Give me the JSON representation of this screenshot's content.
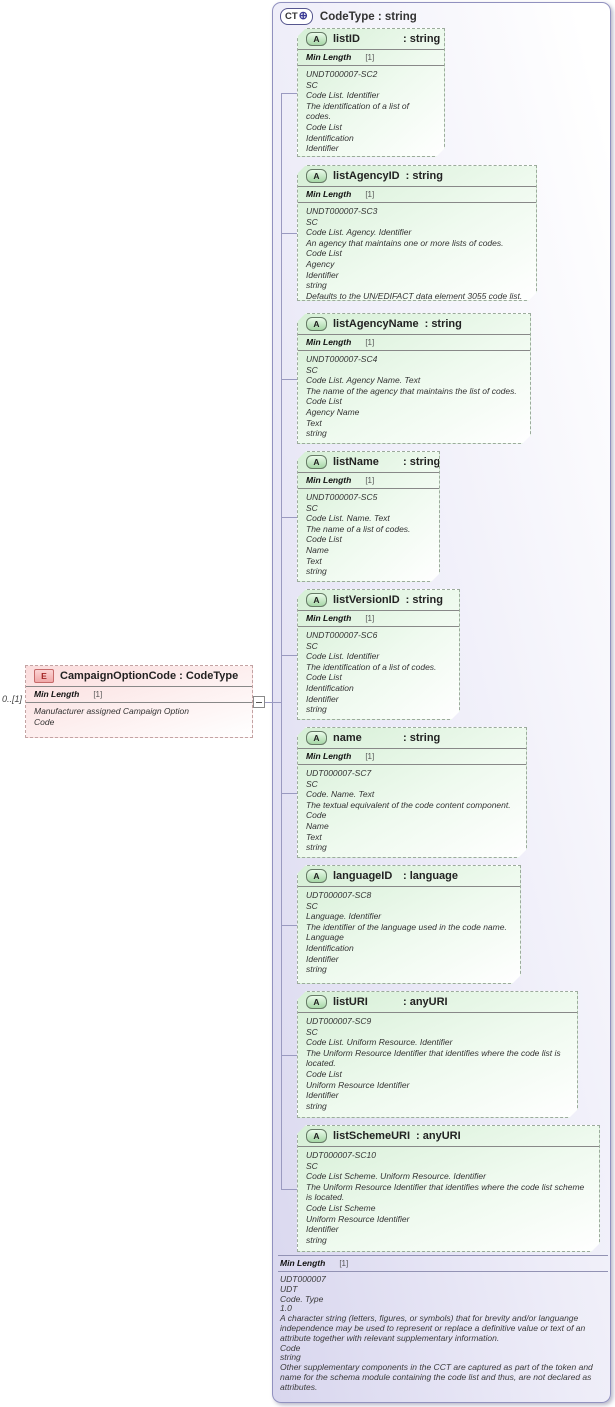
{
  "complex_type": {
    "badge": "CT",
    "plus_icon": "⊕",
    "title": "CodeType : string",
    "attribute_badge": "A",
    "attributes": [
      {
        "name": "listID",
        "type_label": ": string",
        "facet": {
          "name": "Min Length",
          "value": "[1]"
        },
        "annotation": [
          "UNDT000007-SC2",
          "SC",
          "Code List. Identifier",
          "The identification of a list of codes.",
          "Code List",
          "Identification",
          "Identifier",
          "string"
        ]
      },
      {
        "name": "listAgencyID",
        "type_label": ": string",
        "facet": {
          "name": "Min Length",
          "value": "[1]"
        },
        "annotation": [
          "UNDT000007-SC3",
          "SC",
          "Code List. Agency. Identifier",
          "An agency that maintains one or more lists of codes.",
          "Code List",
          "Agency",
          "Identifier",
          "string",
          "Defaults to the UN/EDIFACT data element 3055 code list."
        ]
      },
      {
        "name": "listAgencyName",
        "type_label": ": string",
        "facet": {
          "name": "Min Length",
          "value": "[1]"
        },
        "annotation": [
          "UNDT000007-SC4",
          "SC",
          "Code List. Agency Name. Text",
          "The name of the agency that maintains the list of codes.",
          "Code List",
          "Agency Name",
          "Text",
          "string"
        ]
      },
      {
        "name": "listName",
        "type_label": ": string",
        "facet": {
          "name": "Min Length",
          "value": "[1]"
        },
        "annotation": [
          "UNDT000007-SC5",
          "SC",
          "Code List. Name. Text",
          "The name of a list of codes.",
          "Code List",
          "Name",
          "Text",
          "string"
        ]
      },
      {
        "name": "listVersionID",
        "type_label": ": string",
        "facet": {
          "name": "Min Length",
          "value": "[1]"
        },
        "annotation": [
          "UNDT000007-SC6",
          "SC",
          "Code List. Identifier",
          "The identification of a list of codes.",
          "Code List",
          "Identification",
          "Identifier",
          "string"
        ]
      },
      {
        "name": "name",
        "type_label": ": string",
        "facet": {
          "name": "Min Length",
          "value": "[1]"
        },
        "annotation": [
          "UDT000007-SC7",
          "SC",
          "Code. Name. Text",
          "The textual equivalent of the code content component.",
          "Code",
          "Name",
          "Text",
          "string"
        ]
      },
      {
        "name": "languageID",
        "type_label": ": language",
        "facet": null,
        "annotation": [
          "UDT000007-SC8",
          "SC",
          "Language. Identifier",
          "The identifier of the language used in the code name.",
          "Language",
          "Identification",
          "Identifier",
          "string"
        ]
      },
      {
        "name": "listURI",
        "type_label": ": anyURI",
        "facet": null,
        "annotation": [
          "UDT000007-SC9",
          "SC",
          "Code List. Uniform Resource. Identifier",
          "The Uniform Resource Identifier that identifies where the code list is located.",
          "Code List",
          "Uniform Resource Identifier",
          "Identifier",
          "string"
        ]
      },
      {
        "name": "listSchemeURI",
        "type_label": ": anyURI",
        "facet": null,
        "annotation": [
          "UDT000007-SC10",
          "SC",
          "Code List Scheme. Uniform Resource. Identifier",
          "The Uniform Resource Identifier that identifies where the code list scheme is located.",
          "Code List Scheme",
          "Uniform Resource Identifier",
          "Identifier",
          "string"
        ]
      }
    ],
    "facet": {
      "name": "Min Length",
      "value": "[1]"
    },
    "annotation": [
      "UDT000007",
      "UDT",
      "Code. Type",
      "1.0",
      "A character string (letters, figures, or symbols) that for brevity and/or languange independence may be used to represent or replace a definitive value or text of an attribute together with relevant supplementary information.",
      "Code",
      "string",
      "Other supplementary components in the CCT are captured as part of the token and name for the schema module containing the code list and thus, are not declared as attributes."
    ]
  },
  "element": {
    "badge": "E",
    "title": "CampaignOptionCode : CodeType",
    "cardinality": "0..[1]",
    "facet": {
      "name": "Min Length",
      "value": "[1]"
    },
    "annotation": "Manufacturer assigned Campaign Option Code"
  },
  "colors": {
    "container_fill": "#d8d6ee",
    "container_border": "#9191bf",
    "attribute_fill": "#d6efd6",
    "attribute_border": "#9cab9c",
    "element_fill": "#fbdcdc",
    "element_border": "#c3a3a3",
    "connector": "#9a9ac0"
  }
}
